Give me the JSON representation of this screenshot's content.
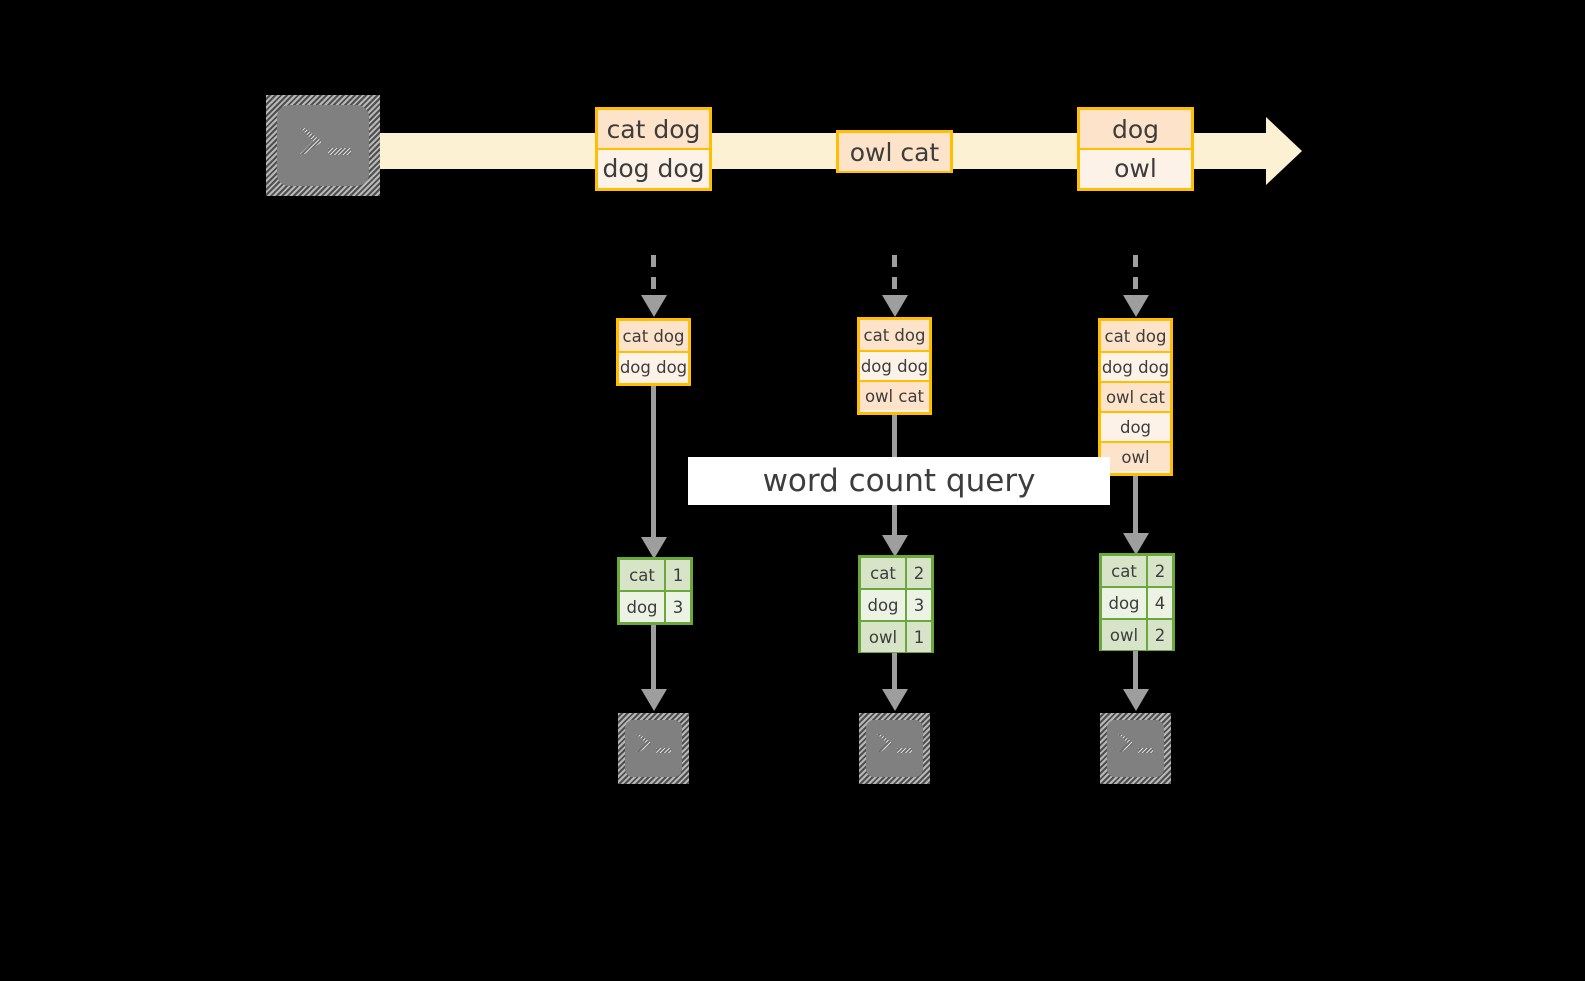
{
  "diagram": {
    "query_label": "word count query",
    "colors": {
      "stream_band": "#fdf1d4",
      "event_border": "#ffbf00",
      "event_fill_dark": "#fce3ca",
      "event_fill_light": "#fdf2e8",
      "table_border": "#6aa83c",
      "table_fill_dark": "#d7e4c8",
      "table_fill_light": "#ecf2e4",
      "connector": "#9e9e9e",
      "icon_grey": "#808080",
      "background": "#000000",
      "text": "#3d3d3d"
    }
  },
  "source": {
    "icon": "terminal-icon"
  },
  "stream": {
    "icon": "stream-arrow-icon",
    "events": [
      {
        "id": "evt-1",
        "lines": [
          "cat dog",
          "dog dog"
        ]
      },
      {
        "id": "evt-2",
        "lines": [
          "owl cat"
        ]
      },
      {
        "id": "evt-3",
        "lines": [
          "dog",
          "owl"
        ]
      }
    ]
  },
  "snapshots": [
    {
      "id": "snapshot-1",
      "buffer": [
        "cat dog",
        "dog dog"
      ],
      "result": {
        "rows": [
          {
            "word": "cat",
            "count": "1"
          },
          {
            "word": "dog",
            "count": "3"
          }
        ]
      },
      "sink_icon": "terminal-icon"
    },
    {
      "id": "snapshot-2",
      "buffer": [
        "cat dog",
        "dog dog",
        "owl cat"
      ],
      "result": {
        "rows": [
          {
            "word": "cat",
            "count": "2"
          },
          {
            "word": "dog",
            "count": "3"
          },
          {
            "word": "owl",
            "count": "1"
          }
        ]
      },
      "sink_icon": "terminal-icon"
    },
    {
      "id": "snapshot-3",
      "buffer": [
        "cat dog",
        "dog dog",
        "owl cat",
        "dog",
        "owl"
      ],
      "result": {
        "rows": [
          {
            "word": "cat",
            "count": "2"
          },
          {
            "word": "dog",
            "count": "4"
          },
          {
            "word": "owl",
            "count": "2"
          }
        ]
      },
      "sink_icon": "terminal-icon"
    }
  ]
}
